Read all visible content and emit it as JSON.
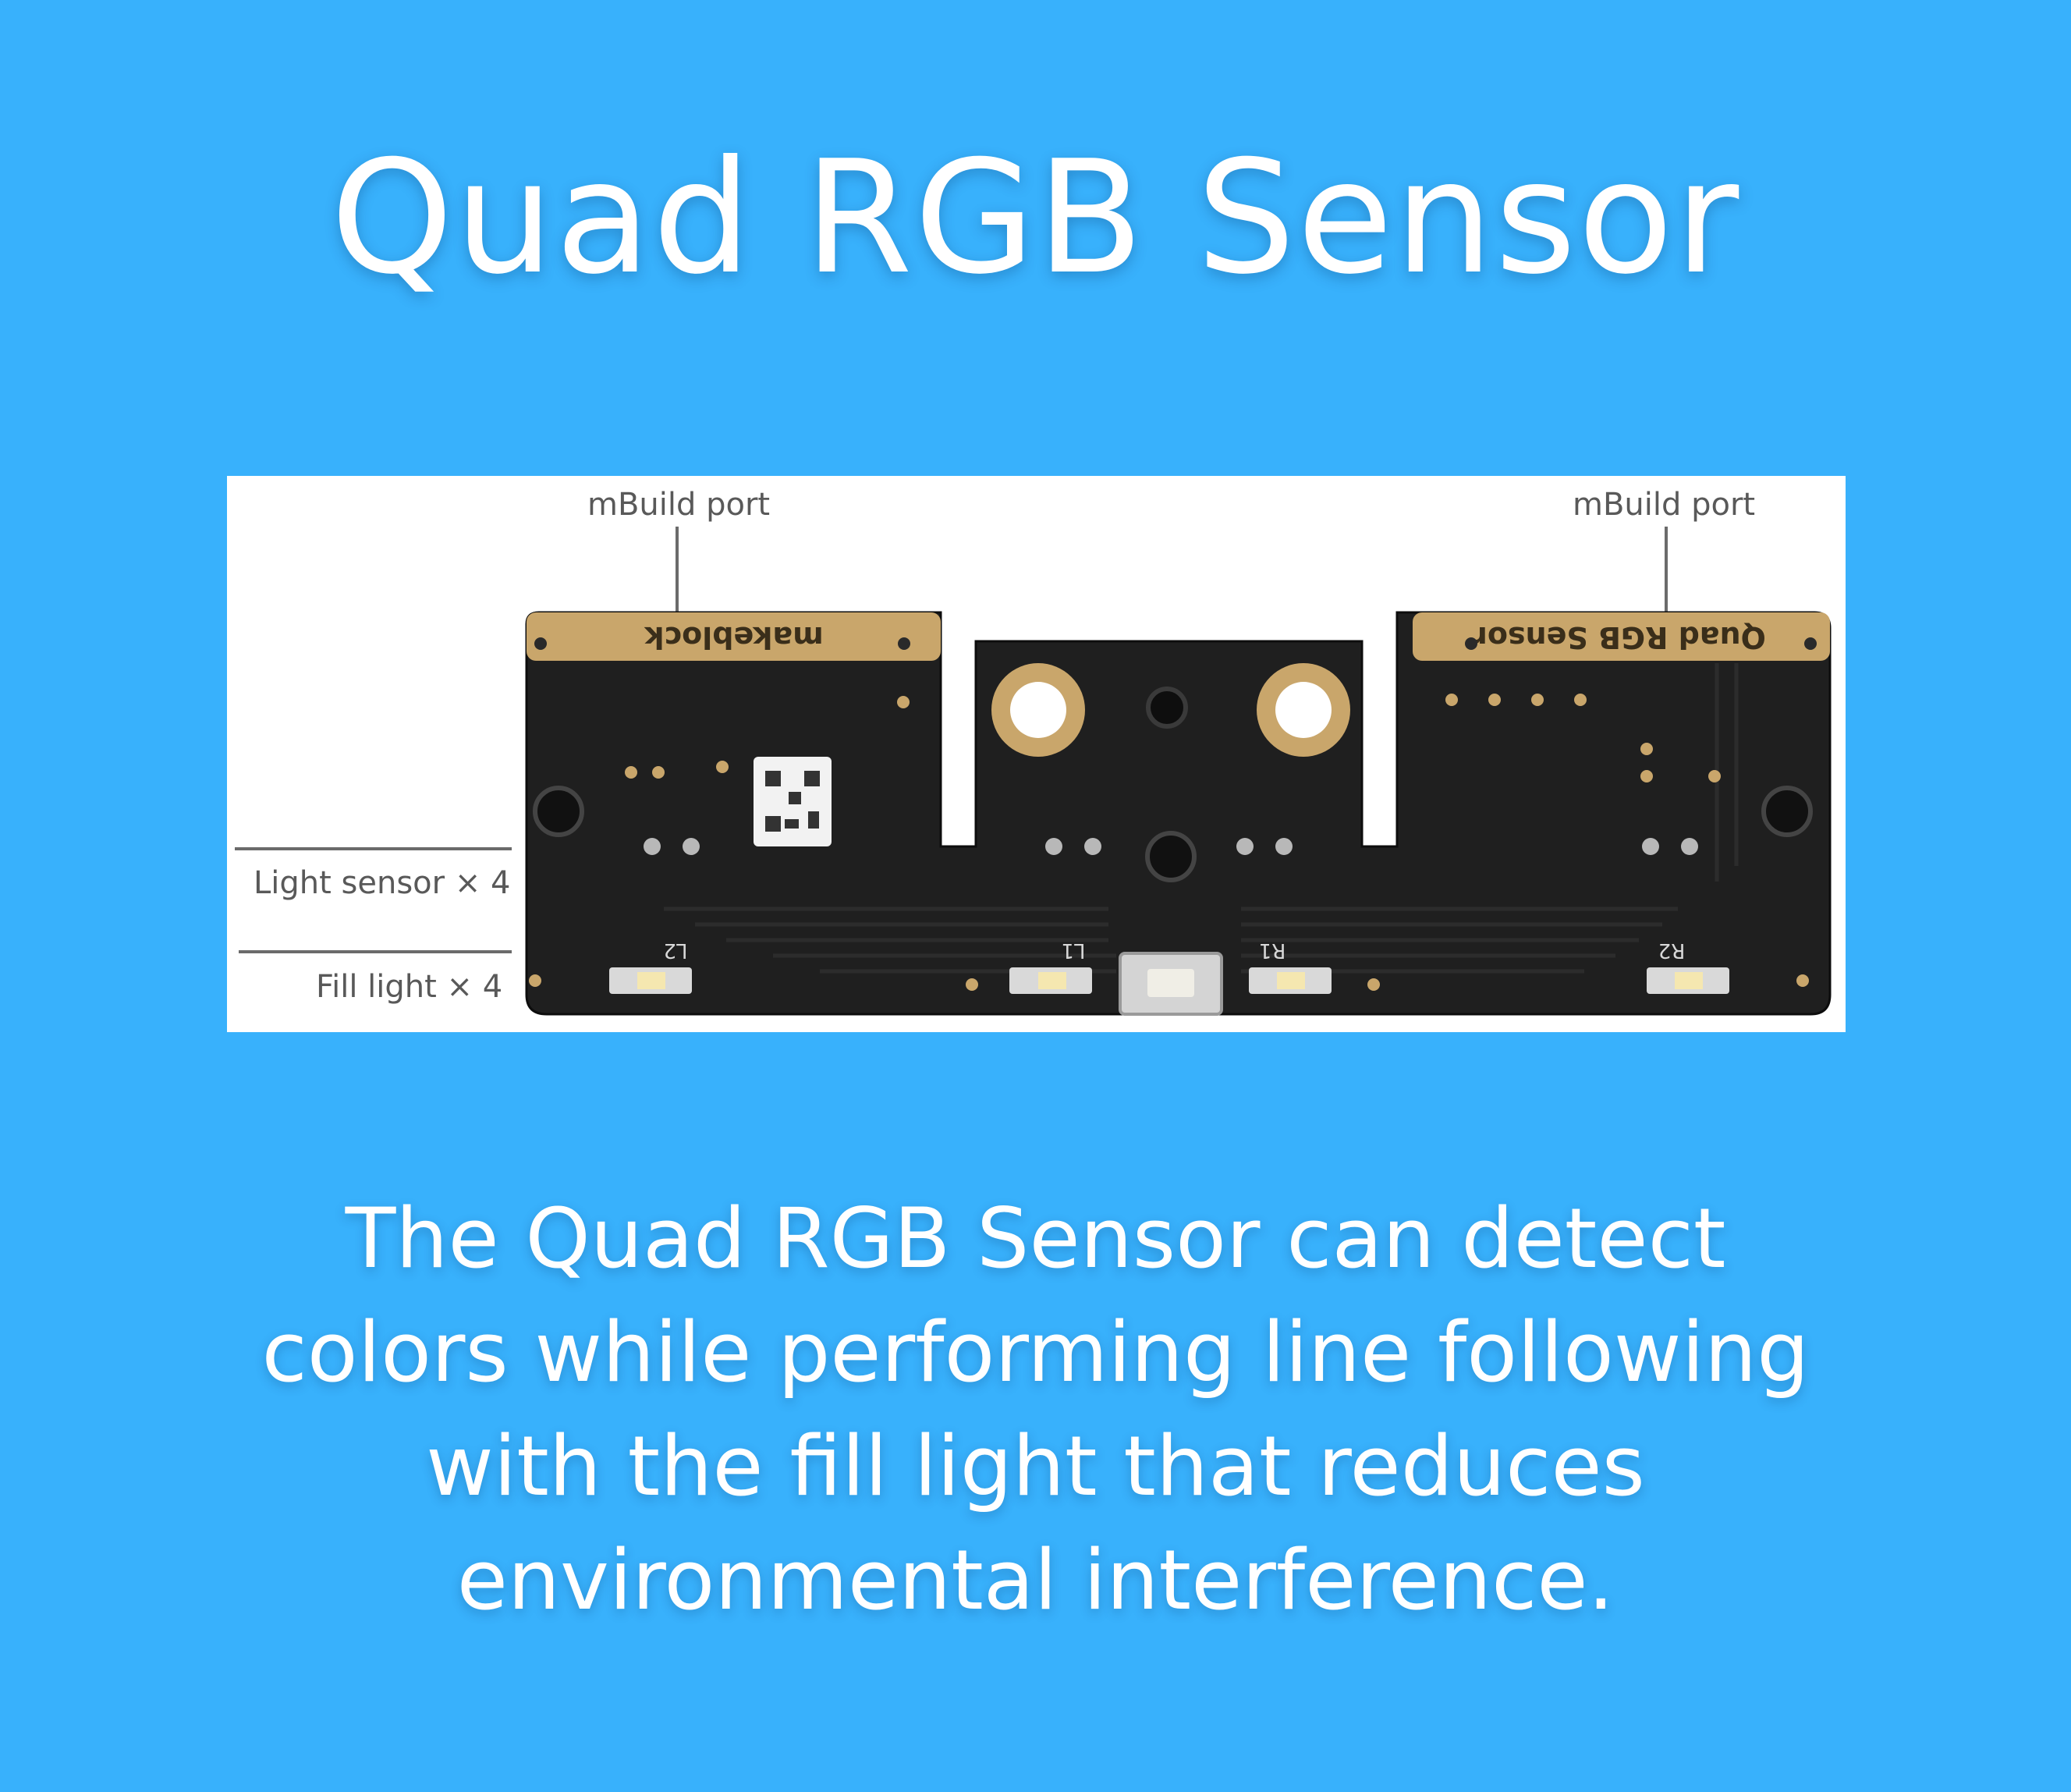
{
  "title": "Quad RGB Sensor",
  "board": {
    "top_label_left": "makeblock",
    "top_label_right": "Quad RGB Sensor",
    "silkscreen": [
      "L2",
      "L1",
      "R1",
      "R2"
    ]
  },
  "callouts": {
    "port_left": "mBuild port",
    "port_right": "mBuild port",
    "light_sensor": "Light sensor × 4",
    "fill_light": "Fill light × 4"
  },
  "description": {
    "lines": [
      "The Quad RGB Sensor can detect",
      "colors while performing line following",
      "with the fill light that reduces",
      "environmental interference."
    ]
  },
  "colors": {
    "background": "#38b1fc",
    "pcb": "#1e1e1e",
    "gold": "#c9a66b",
    "text": "#ffffff"
  }
}
